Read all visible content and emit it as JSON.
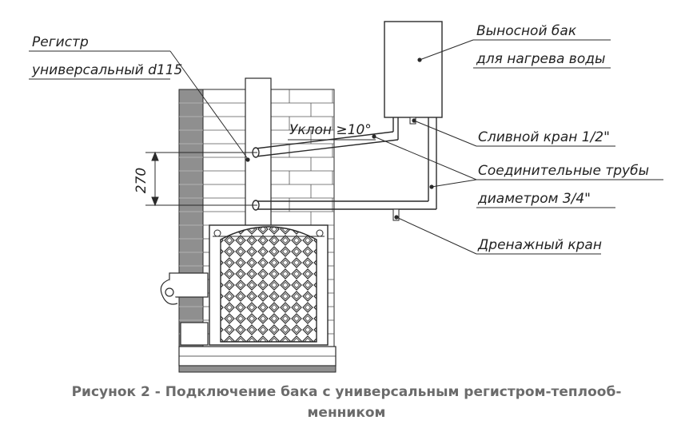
{
  "labels": {
    "register_line1": "Регистр",
    "register_line2": "универсальный d115",
    "tank_line1": "Выносной бак",
    "tank_line2": "для нагрева воды",
    "slope": "Уклон ≥10°",
    "drain_valve": "Сливной кран 1/2\"",
    "pipes_line1": "Соединительные трубы",
    "pipes_line2": "диаметром 3/4\"",
    "drainage_valve": "Дренажный кран",
    "dimension": "270"
  },
  "caption": {
    "line1": "Рисунок 2 - Подключение бака с универсальным регистром-теплооб-",
    "line2": "менником"
  },
  "colors": {
    "line": "#2a2a2a",
    "wall_dark": "#8f8f8f",
    "caption": "#6b6b6b"
  }
}
